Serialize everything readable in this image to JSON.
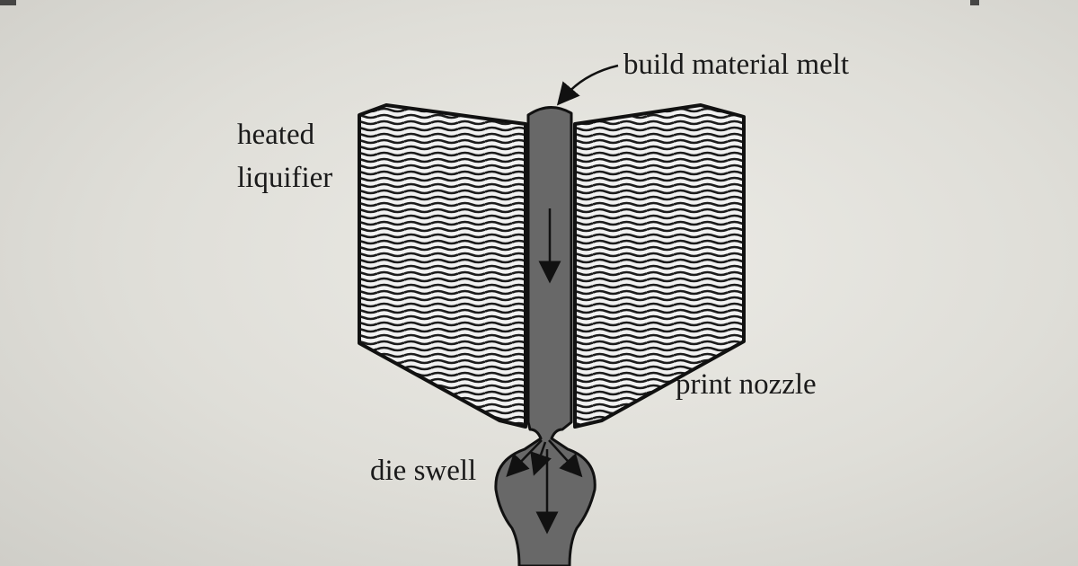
{
  "diagram": {
    "labels": {
      "build_material_melt": "build material melt",
      "heated": "heated",
      "liquifier": "liquifier",
      "print_nozzle": "print nozzle",
      "die_swell": "die swell"
    },
    "colors": {
      "background": "#e4e3de",
      "melt": "#6a6a6a",
      "liquifier_fill": "#3a3a3a",
      "outline": "#111111"
    }
  }
}
